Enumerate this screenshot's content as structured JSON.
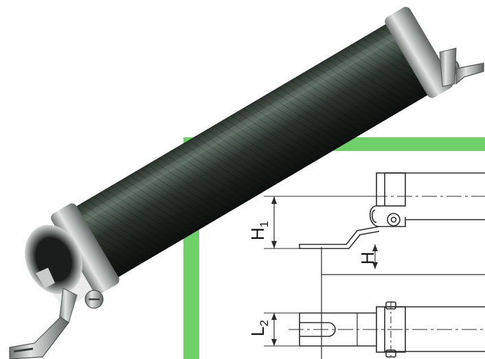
{
  "drawing": {
    "h1_label": "H",
    "h1_sub": "1",
    "h_label": "H",
    "l2_label": "L",
    "l2_sub": "2"
  },
  "colors": {
    "frame_green": "#6fd06a",
    "tube_dark": "#1b211d",
    "tube_highlight": "#5b6a5e",
    "clamp_metal": "#b9bcbb",
    "line_ink": "#2a2a2a"
  },
  "icons": {
    "resistor_photo": "wirewound-tube-resistor",
    "clamp": "mounting-clamp-with-screw",
    "terminal": "solder-lug-terminal"
  }
}
